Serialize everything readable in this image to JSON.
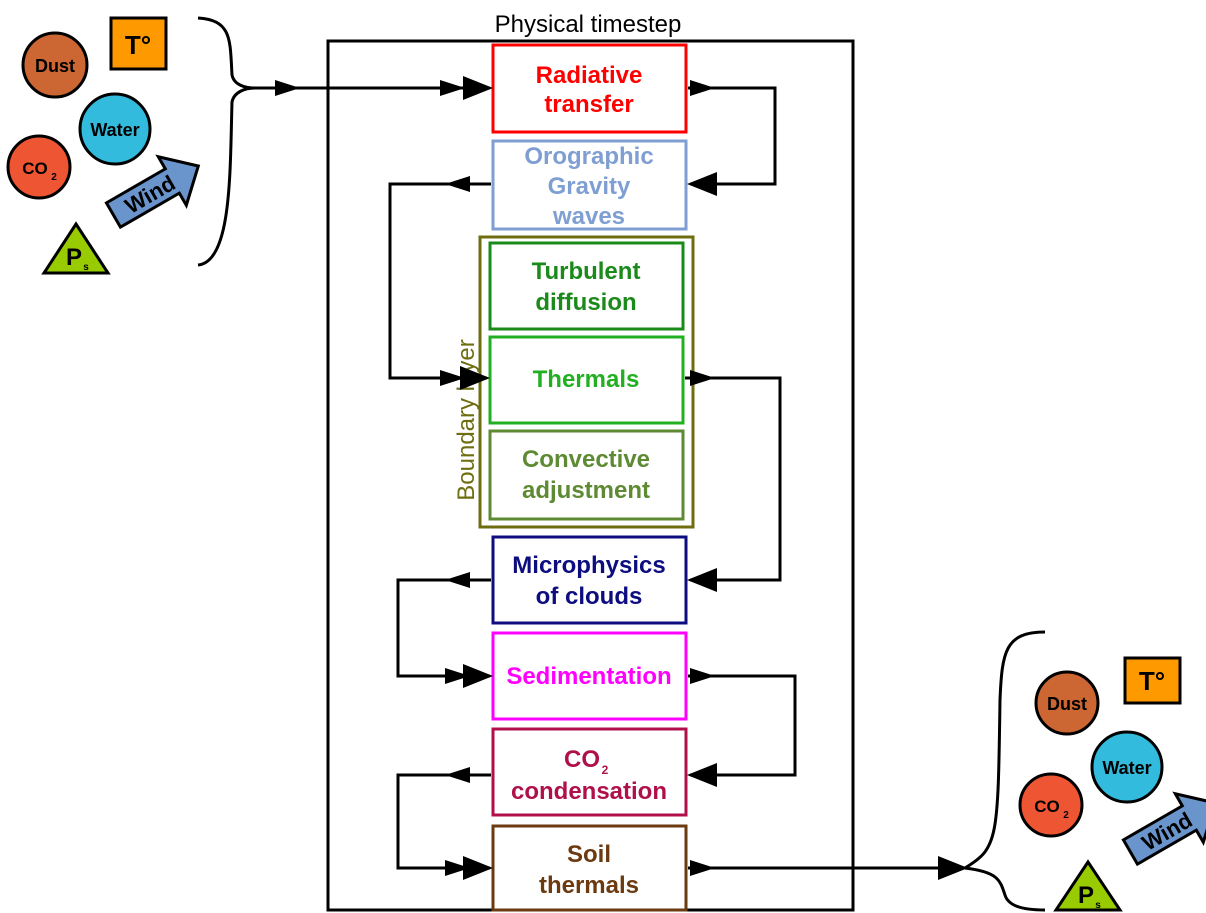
{
  "title": "Physical timestep",
  "group_label": "Boundary layer",
  "boxes": {
    "radiative": [
      "Radiative",
      "transfer"
    ],
    "orographic": [
      "Orographic",
      "Gravity",
      "waves"
    ],
    "turbulent": [
      "Turbulent",
      "diffusion"
    ],
    "thermals": [
      "Thermals"
    ],
    "convective": [
      "Convective",
      "adjustment"
    ],
    "microphysics": [
      "Microphysics",
      "of clouds"
    ],
    "sedimentation": [
      "Sedimentation"
    ],
    "co2cond_main": "CO",
    "co2cond_sub": "2",
    "co2cond_line2": "condensation",
    "soil": [
      "Soil",
      "thermals"
    ]
  },
  "variables": {
    "dust": "Dust",
    "temp": "T°",
    "water": "Water",
    "co2_main": "CO",
    "co2_sub": "2",
    "wind": "Wind",
    "ps_main": "P",
    "ps_sub": "s"
  },
  "colors": {
    "radiative": "#ff0000",
    "orographic": "#7f9fd2",
    "turbulent": "#1a8a1a",
    "thermals": "#22b022",
    "convective": "#5d8a32",
    "group": "#6e6e10",
    "microphysics": "#0d0d80",
    "sedimentation": "#ff00ff",
    "co2cond": "#b0104a",
    "soil": "#6b3a10",
    "dust": "#cc6633",
    "temp": "#ff9900",
    "water": "#33bbdd",
    "co2": "#ee5533",
    "wind": "#6a95cc",
    "ps": "#99cc00"
  }
}
